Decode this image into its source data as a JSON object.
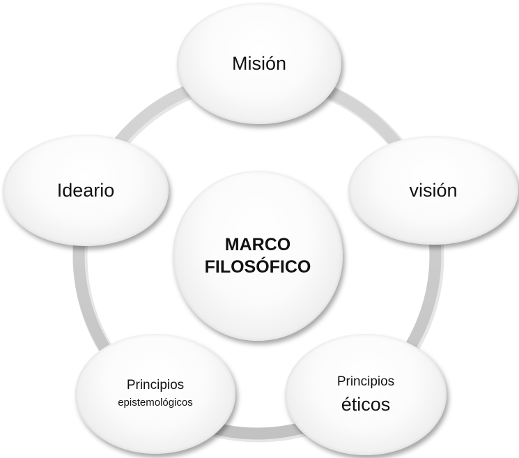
{
  "diagram": {
    "center": {
      "line1": "MARCO",
      "line2": "FILOSÓFICO"
    },
    "nodes": {
      "mision": {
        "label": "Misión"
      },
      "vision": {
        "label": "visión"
      },
      "eticos": {
        "line1": "Principios",
        "line2": "éticos"
      },
      "epistemologicos": {
        "line1": "Principios",
        "line2": "epistemológicos"
      },
      "ideario": {
        "label": "Ideario"
      }
    },
    "colors": {
      "ring": "#cfcfcf",
      "node_shadow": "#8a8a8a",
      "text": "#111111"
    }
  }
}
